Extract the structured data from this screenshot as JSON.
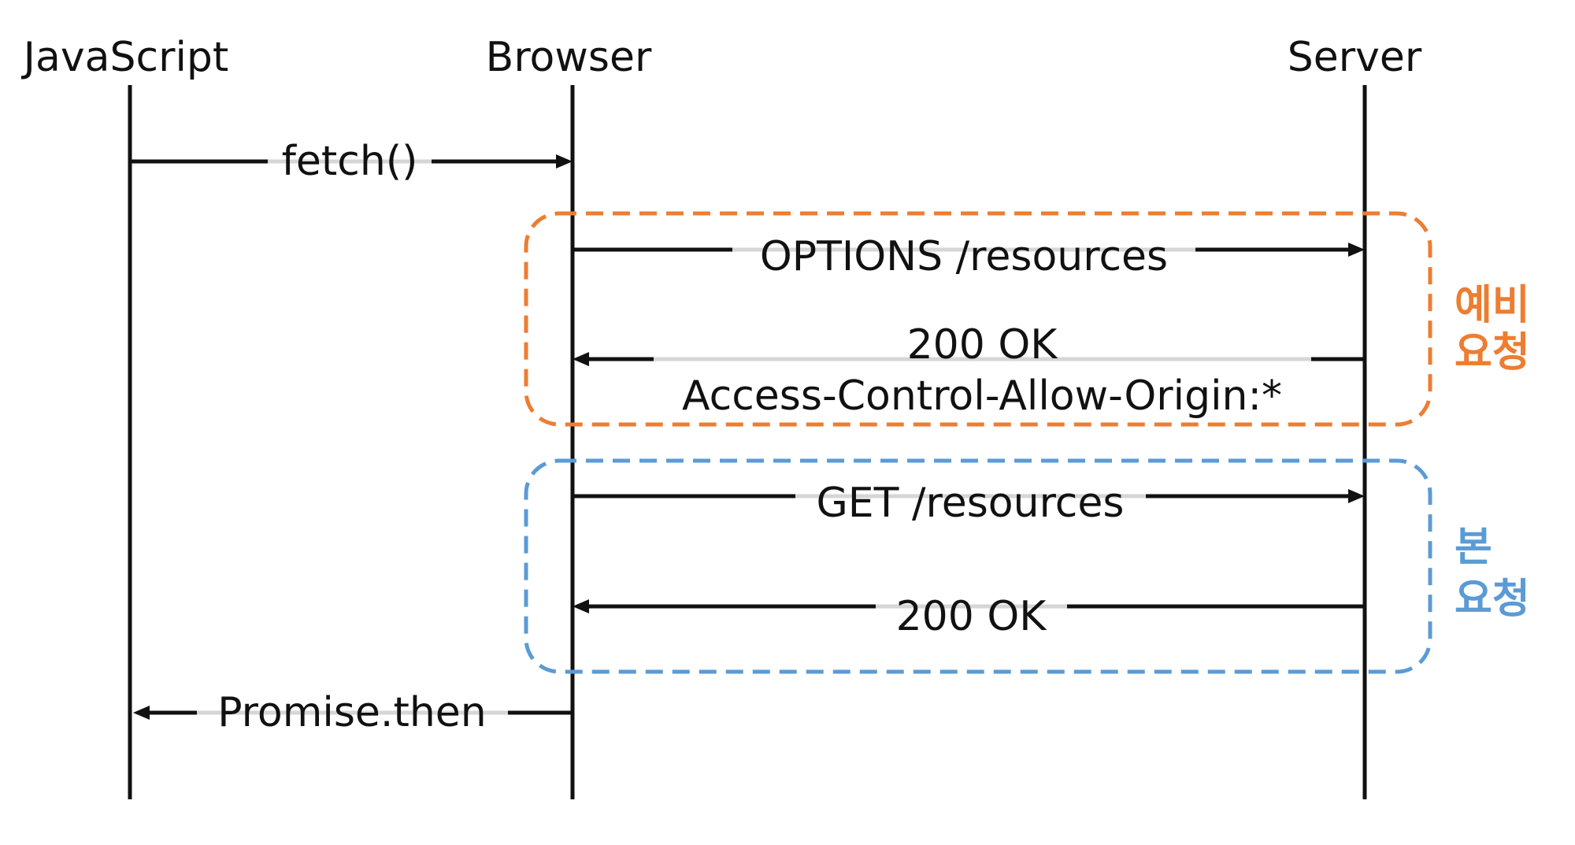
{
  "actors": {
    "javascript": "JavaScript",
    "browser": "Browser",
    "server": "Server"
  },
  "messages": {
    "fetch": "fetch()",
    "options": "OPTIONS  /resources",
    "preflight_ok": "200  OK",
    "preflight_header": "Access-Control-Allow-Origin:*",
    "get": "GET  /resources",
    "get_ok": "200  OK",
    "promise": "Promise.then"
  },
  "groups": {
    "preflight": {
      "label_line1": "예비",
      "label_line2": "요청",
      "color": "#ED7D31"
    },
    "main": {
      "label_line1": "본",
      "label_line2": "요청",
      "color": "#5B9BD5"
    }
  }
}
